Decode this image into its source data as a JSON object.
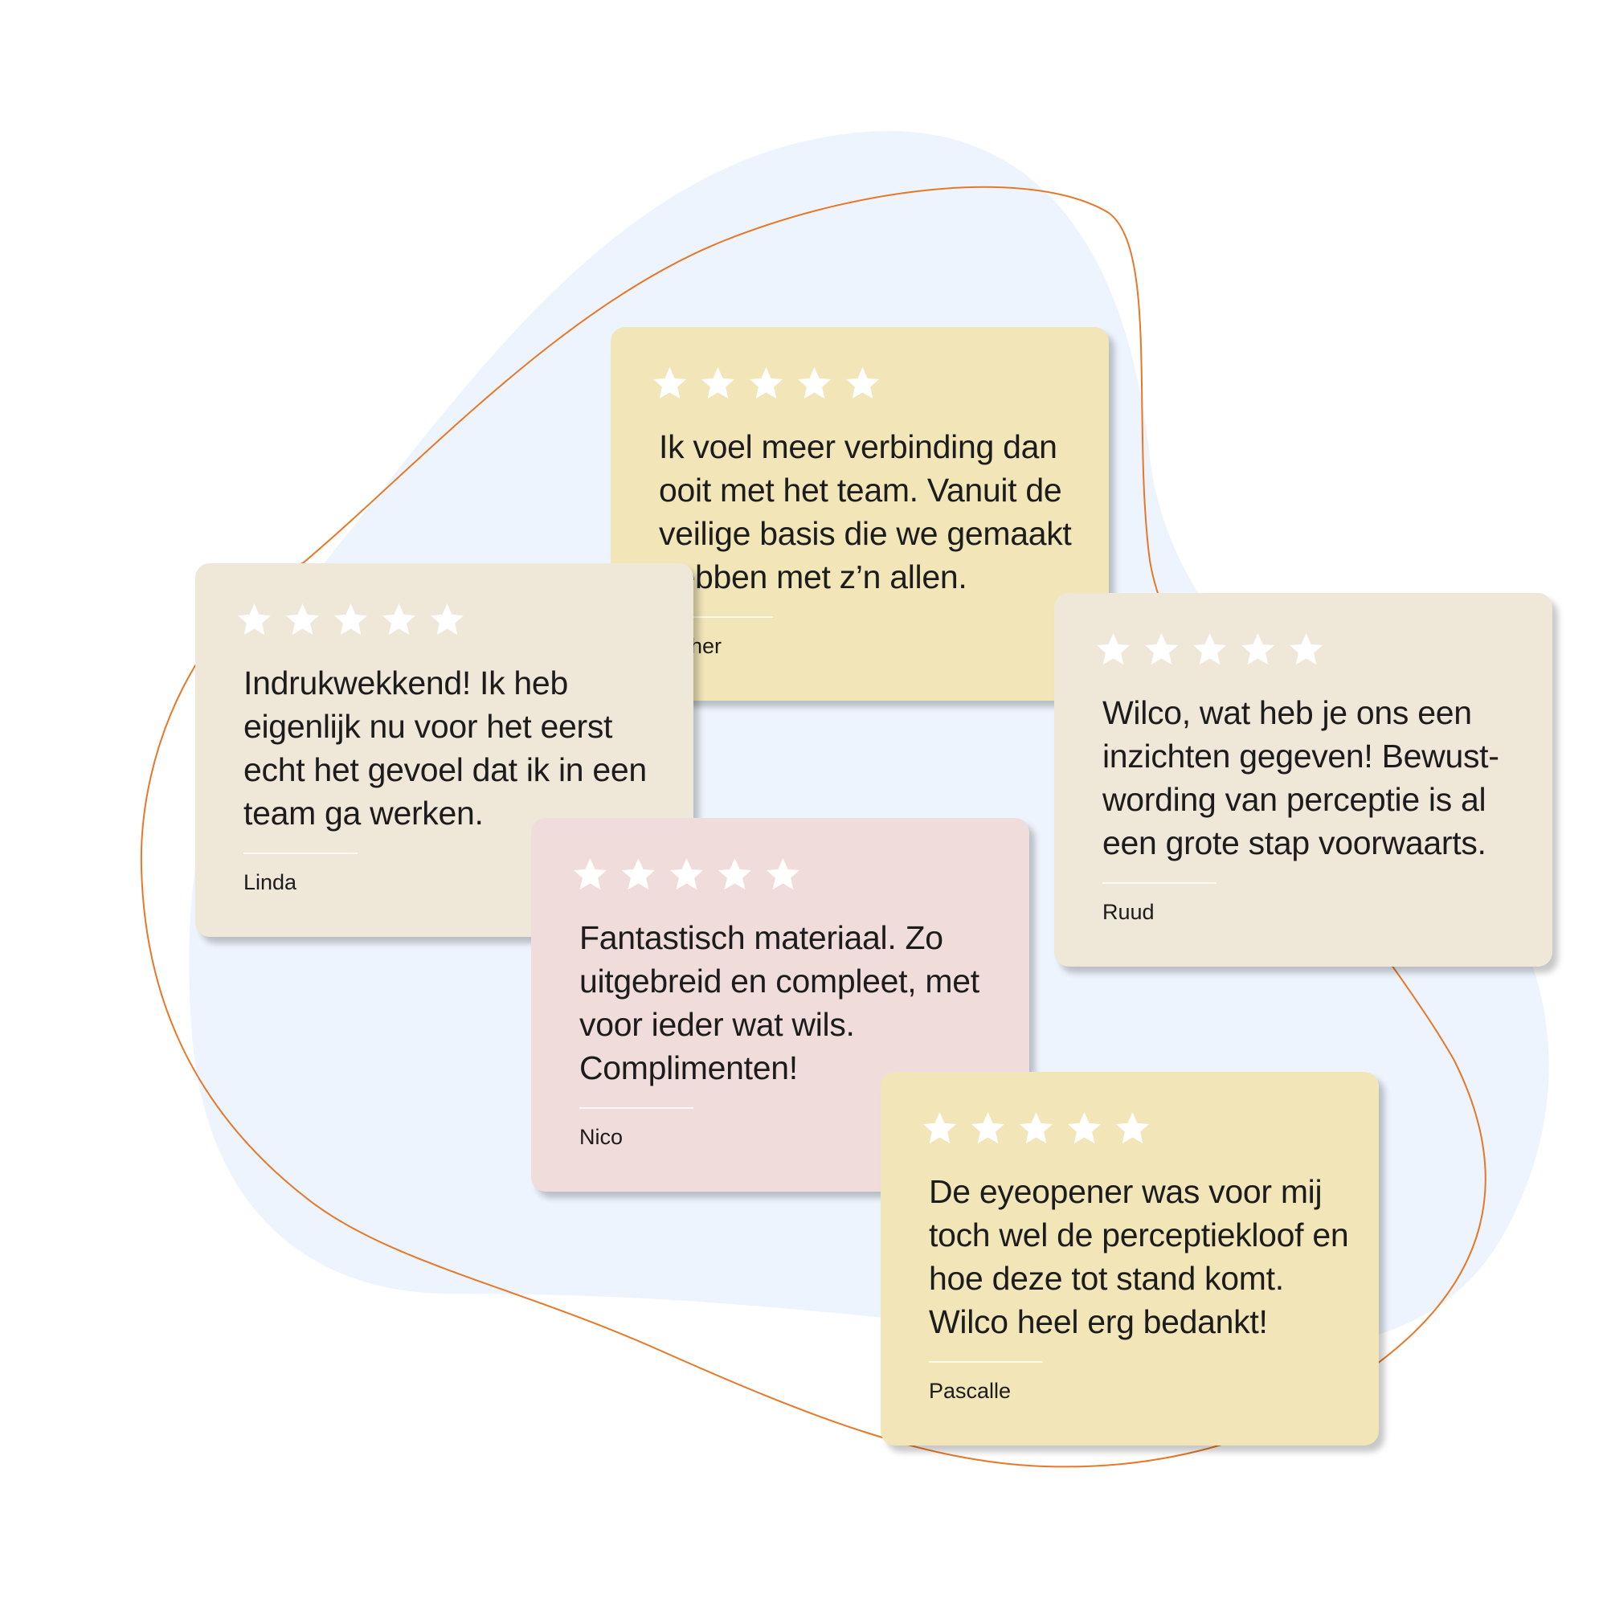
{
  "colors": {
    "blob": "#edf4fd",
    "outline": "#e67828",
    "card_yellow": "#f2e5b7",
    "card_beige": "#efe7d8",
    "card_pink": "#f0dddb",
    "star": "#ffffff"
  },
  "reviews": [
    {
      "id": "esther",
      "rating": 5,
      "quote": "Ik voel meer verbinding dan ooit met het team. Vanuit de veilige basis die we gemaakt hebben met z’n allen.",
      "author": "Esther"
    },
    {
      "id": "linda",
      "rating": 5,
      "quote": "Indrukwekkend! Ik heb eigenlijk nu voor het eerst echt het gevoel dat ik in een team ga werken.",
      "author": "Linda"
    },
    {
      "id": "ruud",
      "rating": 5,
      "quote": "Wilco, wat heb je ons een inzichten gegeven! Bewust-wording van perceptie is al een grote stap voorwaarts.",
      "author": "Ruud"
    },
    {
      "id": "nico",
      "rating": 5,
      "quote": "Fantastisch materiaal. Zo uitgebreid en compleet, met voor ieder wat wils. Complimenten!",
      "author": "Nico"
    },
    {
      "id": "pascalle",
      "rating": 5,
      "quote": "De eyeopener was voor mij toch wel de perceptiekloof en hoe deze tot stand komt. Wilco heel erg bedankt!",
      "author": "Pascalle"
    }
  ]
}
